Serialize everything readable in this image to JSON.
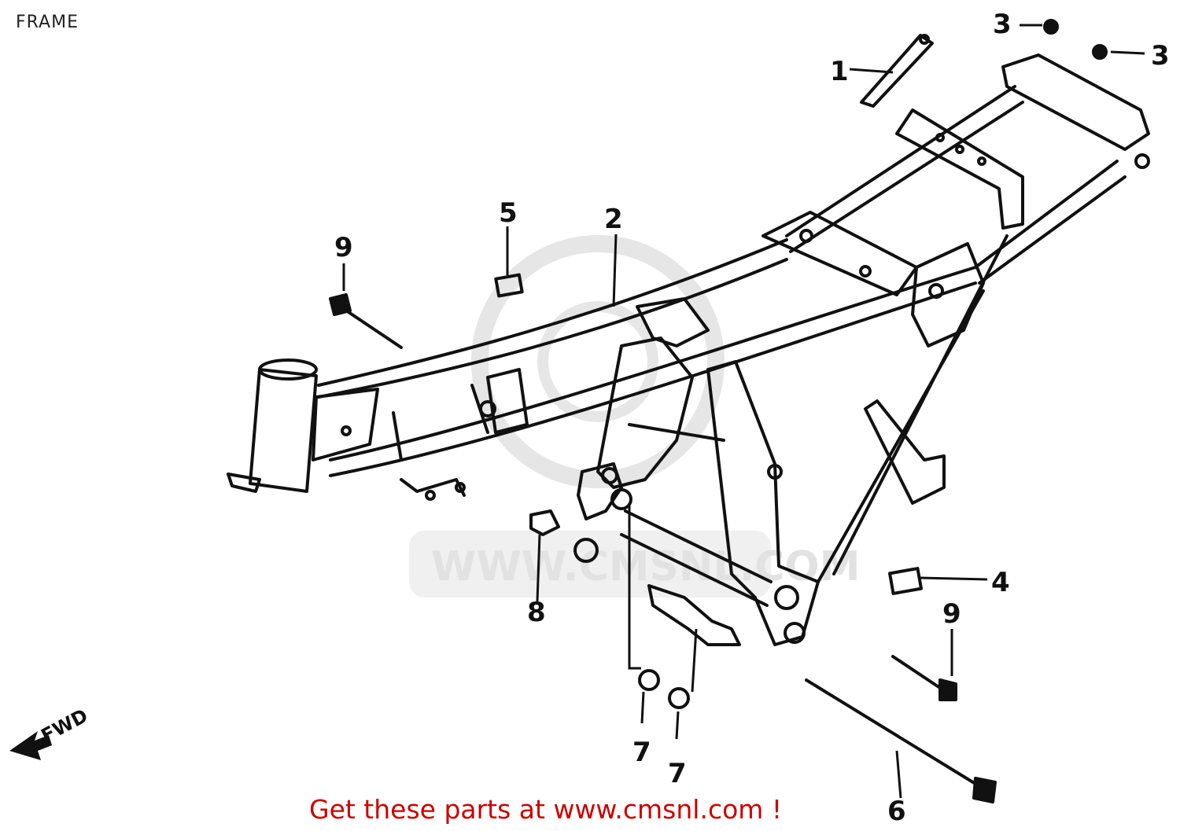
{
  "header": {
    "title": "FRAME"
  },
  "footer": {
    "link_text": "Get these parts at www.cmsnl.com !"
  },
  "watermark": {
    "text": "WWW.CMSNL.COM"
  },
  "direction": {
    "label": "FWD"
  },
  "colors": {
    "line": "#111111",
    "footer_text": "#cc0000",
    "watermark": "#e2e2e2"
  },
  "parts": [
    {
      "id": "p1",
      "number": "1"
    },
    {
      "id": "p2",
      "number": "2"
    },
    {
      "id": "p3a",
      "number": "3"
    },
    {
      "id": "p3b",
      "number": "3"
    },
    {
      "id": "p4",
      "number": "4"
    },
    {
      "id": "p5",
      "number": "5"
    },
    {
      "id": "p6",
      "number": "6"
    },
    {
      "id": "p7a",
      "number": "7"
    },
    {
      "id": "p7b",
      "number": "7"
    },
    {
      "id": "p8",
      "number": "8"
    },
    {
      "id": "p9a",
      "number": "9"
    },
    {
      "id": "p9b",
      "number": "9"
    }
  ]
}
